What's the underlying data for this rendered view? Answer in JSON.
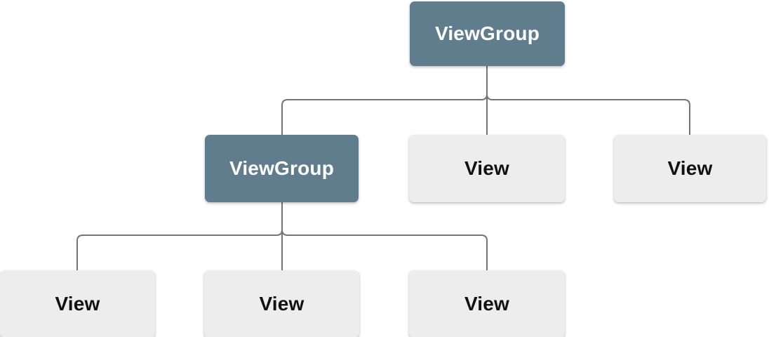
{
  "diagram": {
    "title": "view-hierarchy-tree",
    "colors": {
      "background": "#ffffff",
      "viewgroup_fill": "#5f7d8c",
      "viewgroup_text": "#ffffff",
      "view_fill": "#ededed",
      "view_text": "#111111",
      "connector": "#757575"
    },
    "nodes": [
      {
        "id": "root",
        "label": "ViewGroup",
        "type": "viewgroup",
        "level": 1
      },
      {
        "id": "vg-child",
        "label": "ViewGroup",
        "type": "viewgroup",
        "level": 2
      },
      {
        "id": "view-r2-mid",
        "label": "View",
        "type": "view",
        "level": 2
      },
      {
        "id": "view-r2-rt",
        "label": "View",
        "type": "view",
        "level": 2
      },
      {
        "id": "view-r3-lf",
        "label": "View",
        "type": "view",
        "level": 3
      },
      {
        "id": "view-r3-mid",
        "label": "View",
        "type": "view",
        "level": 3
      },
      {
        "id": "view-r3-rt",
        "label": "View",
        "type": "view",
        "level": 3
      }
    ],
    "edges": [
      {
        "from": "root",
        "to": "vg-child"
      },
      {
        "from": "root",
        "to": "view-r2-mid"
      },
      {
        "from": "root",
        "to": "view-r2-rt"
      },
      {
        "from": "vg-child",
        "to": "view-r3-lf"
      },
      {
        "from": "vg-child",
        "to": "view-r3-mid"
      },
      {
        "from": "vg-child",
        "to": "view-r3-rt"
      }
    ]
  }
}
